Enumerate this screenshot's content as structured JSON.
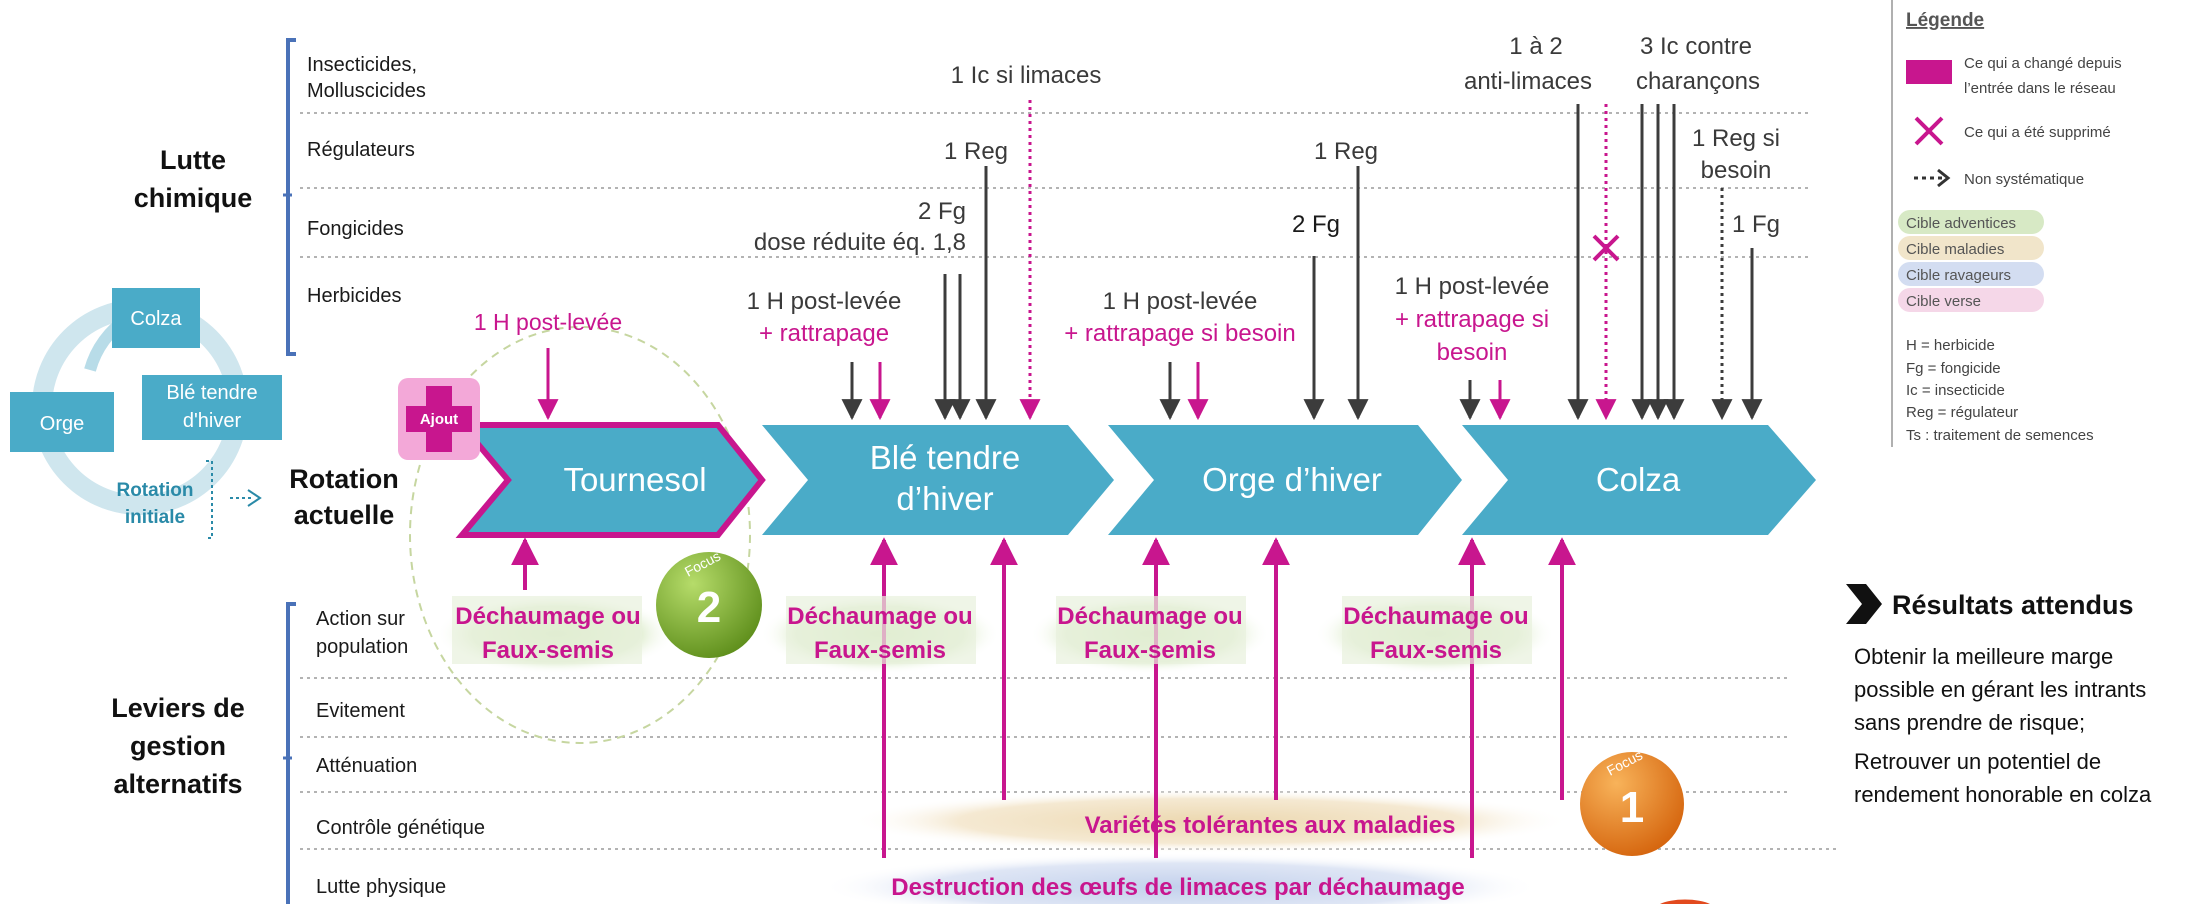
{
  "row_labels": {
    "chem": [
      "Insecticides,",
      "Molluscicides",
      "Régulateurs",
      "Fongicides",
      "Herbicides"
    ],
    "alt": [
      "Action sur",
      "population",
      "Evitement",
      "Atténuation",
      "Contrôle génétique",
      "Lutte physique"
    ]
  },
  "section_labels": {
    "lutte": [
      "Lutte",
      "chimique"
    ],
    "leviers": [
      "Leviers de",
      "gestion",
      "alternatifs"
    ],
    "rotation_actuelle": [
      "Rotation",
      "actuelle"
    ]
  },
  "initial_rotation": {
    "crops": [
      "Colza",
      "Blé tendre",
      "d'hiver",
      "Orge"
    ],
    "caption": [
      "Rotation",
      "initiale"
    ]
  },
  "badges": {
    "ajout": "Ajout",
    "focus_word": "Focus",
    "focus_2": "2",
    "focus_1": "1"
  },
  "crops": [
    "Tournesol",
    "Blé tendre",
    "d’hiver",
    "Orge d’hiver",
    "Colza"
  ],
  "treatments": {
    "tournesol_herb": "1 H post-levée",
    "ble_ic": "1 Ic si limaces",
    "ble_reg": "1 Reg",
    "ble_fg": [
      "2 Fg",
      "dose réduite éq. 1,8"
    ],
    "ble_herb": [
      "1 H post-levée",
      "+ rattrapage"
    ],
    "orge_reg": "1 Reg",
    "orge_fg": "2 Fg",
    "orge_herb": [
      "1 H post-levée",
      "+ rattrapage si besoin"
    ],
    "colza_anti": [
      "1 à 2",
      "anti-limaces"
    ],
    "colza_ic": [
      "3 Ic contre",
      "charançons"
    ],
    "colza_reg": [
      "1 Reg si",
      "besoin"
    ],
    "colza_fg": "1 Fg",
    "colza_herb": [
      "1 H post-levée",
      "+ rattrapage si",
      "besoin"
    ]
  },
  "levers": {
    "dechaumage": [
      "Déchaumage ou",
      "Faux-semis"
    ],
    "varietes": "Variétés tolérantes aux maladies",
    "destruction": "Destruction des œufs de limaces par déchaumage"
  },
  "legend": {
    "title": "Légende",
    "changed": [
      "Ce qui a changé depuis",
      "l’entrée dans le réseau"
    ],
    "removed": "Ce qui a été supprimé",
    "nonsys": "Non systématique",
    "targets": [
      "Cible adventices",
      "Cible maladies",
      "Cible ravageurs",
      "Cible verse"
    ],
    "abbrev": [
      "H = herbicide",
      "Fg = fongicide",
      "Ic = insecticide",
      "Reg = régulateur",
      "Ts : traitement  de semences"
    ]
  },
  "results": {
    "title": "Résultats attendus",
    "lines": [
      "Obtenir la meilleure marge",
      "possible en gérant les intrants",
      "sans prendre de risque;",
      "Retrouver un potentiel de",
      "rendement honorable en colza"
    ]
  },
  "colors": {
    "magenta": "#c8168e",
    "teal": "#4aabc8",
    "dark_arrow": "#3c3c3c",
    "bracket_blue": "#4a72b8",
    "green_hl": "#bcd9a2",
    "tan_hl": "#ead8b4",
    "blue_hl": "#c4d2ec",
    "pink_hl": "#f2c6de",
    "focus_green": "#7cb02c",
    "focus_orange": "#e8821e"
  }
}
